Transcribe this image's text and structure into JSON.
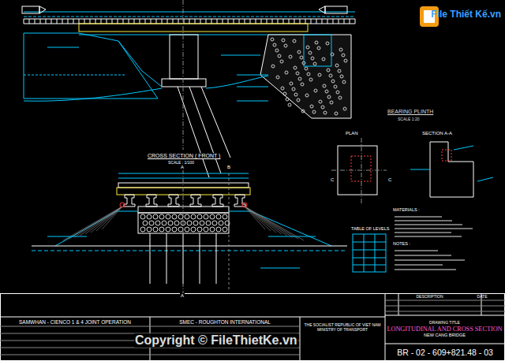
{
  "diagram": {
    "nodes": [
      {
        "text": [
          "SAMWHAN - CIENCO 1 & 4 JOINT OPERATION"
        ]
      },
      {
        "text": [
          "SMEC - ROUGHTON INTERNATIONAL"
        ]
      },
      {
        "text": [
          "THE SOCIALIST REPUBLIC OF VIET NAM",
          "MINISTRY OF TRANSPORT"
        ]
      },
      {
        "text": [
          "DESCRIPTION",
          "DATE"
        ]
      },
      {
        "text": [
          "DRAWING TITLE",
          "LONGITUDINAL AND CROSS SECTION",
          "NEW CANG BRIDGE"
        ]
      },
      {
        "text": [
          "BR - 02 - 609+821.48 - 03"
        ]
      }
    ],
    "edges": [],
    "labels": [
      "CROSS SECTION ( FRONT )",
      "SCALE : 1/100",
      "A",
      "B",
      "A",
      "BEARING PLINTH",
      "SCALE 1:20",
      "PLAN",
      "SECTION A-A",
      "C",
      "C",
      "TABLE OF LEVELS",
      "MATERIALS :",
      "NOTES :",
      "File Thiết Kế.vn",
      "Copyright © FileThietKe.vn"
    ]
  }
}
